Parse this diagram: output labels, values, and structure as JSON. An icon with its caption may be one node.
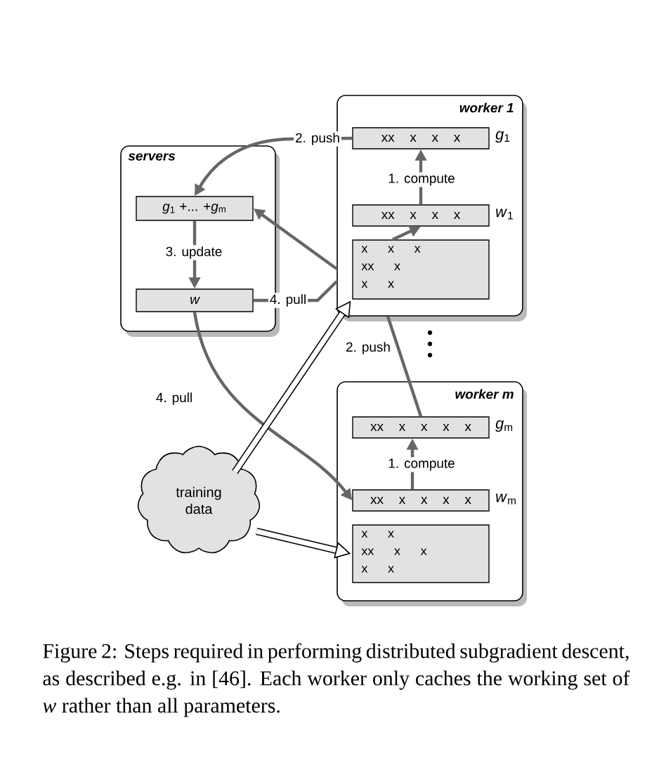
{
  "diagram": {
    "caption": "Figure 2: Steps required in performing distributed subgradient descent, as described e.g. in [46]. Each worker only caches the working set of *w* rather than all parameters.",
    "nodes": [
      {
        "text": [
          "servers"
        ]
      },
      {
        "text": [
          "*g*$_{1}$ +... +*g*$_{m}$"
        ],
        "in": 0
      },
      {
        "text": [
          "w"
        ],
        "in": 0
      },
      {
        "text": [
          "worker 1"
        ]
      },
      {
        "text": [
          "xx x x x"
        ],
        "in": 3,
        "beside": [
          "*g*$_{1}$"
        ]
      },
      {
        "text": [
          "xx x x x"
        ],
        "in": 3,
        "beside": [
          "*w*$_{1}$"
        ]
      },
      {
        "text": [
          "x x x",
          "xx x",
          "x x"
        ],
        "in": 3
      },
      {
        "text": [
          "worker m"
        ]
      },
      {
        "text": [
          "xx x x x x"
        ],
        "in": 7,
        "beside": [
          "*g*$_{m}$"
        ]
      },
      {
        "text": [
          "xx x x x x"
        ],
        "in": 7,
        "beside": [
          "*w*$_{m}$"
        ]
      },
      {
        "text": [
          "x x",
          "xx x x",
          "x x"
        ],
        "in": 7
      },
      {
        "text": [
          "training data"
        ]
      }
    ],
    "edges": [
      {
        "from": 4,
        "to": 1,
        "arrow": "to",
        "label": "2. push"
      },
      {
        "from": 5,
        "to": 4,
        "arrow": "to",
        "label": "1. compute"
      },
      {
        "from": 6,
        "to": 5,
        "arrow": "to"
      },
      {
        "from": 1,
        "to": 2,
        "arrow": "to",
        "label": "3. update"
      },
      {
        "from": 3,
        "to": 1,
        "arrow": "to"
      },
      {
        "from": 2,
        "to": 3,
        "arrow": "none",
        "label": "4. pull"
      },
      {
        "from": 2,
        "to": 9,
        "arrow": "to",
        "label": "4. pull"
      },
      {
        "from": 8,
        "to": 3,
        "arrow": "none",
        "label": "2. push"
      },
      {
        "from": 9,
        "to": 8,
        "arrow": "to",
        "label": "1. compute"
      },
      {
        "from": 11,
        "to": 6,
        "arrow": "to",
        "style": "thick",
        "color": "#000000"
      },
      {
        "from": 11,
        "to": 10,
        "arrow": "to",
        "style": "thick",
        "color": "#000000"
      }
    ]
  }
}
